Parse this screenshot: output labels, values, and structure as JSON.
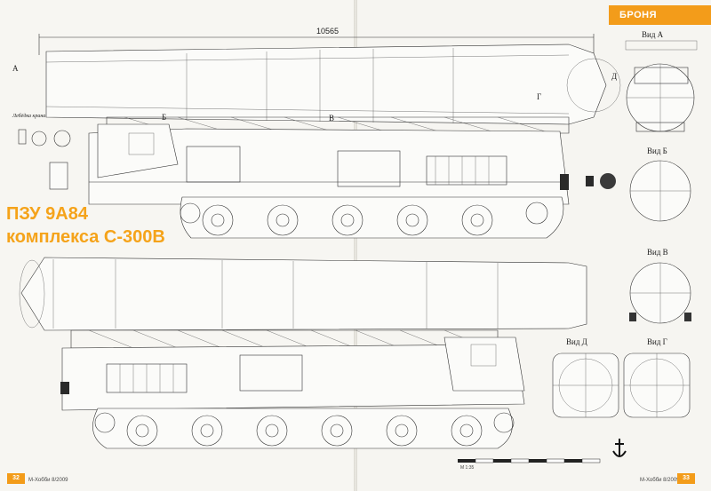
{
  "header": {
    "section": "БРОНЯ"
  },
  "title": {
    "line1": "ПЗУ 9А84",
    "line2": "комплекса С-300В"
  },
  "drawing": {
    "overall_length": "10565",
    "markers": {
      "a": "А",
      "b": "Б",
      "v": "В",
      "g": "Г",
      "d": "Д"
    },
    "winch_caption": "Лебёдка крана",
    "scale": "М 1:35"
  },
  "views": {
    "a": "Вид А",
    "b": "Вид Б",
    "v": "Вид В",
    "d": "Вид Д",
    "g": "Вид Г"
  },
  "footer": {
    "left_page": "32",
    "right_page": "33",
    "magazine": "М-Хобби 8/2009"
  },
  "colors": {
    "accent": "#f39c1a",
    "title": "#f5a31a"
  }
}
